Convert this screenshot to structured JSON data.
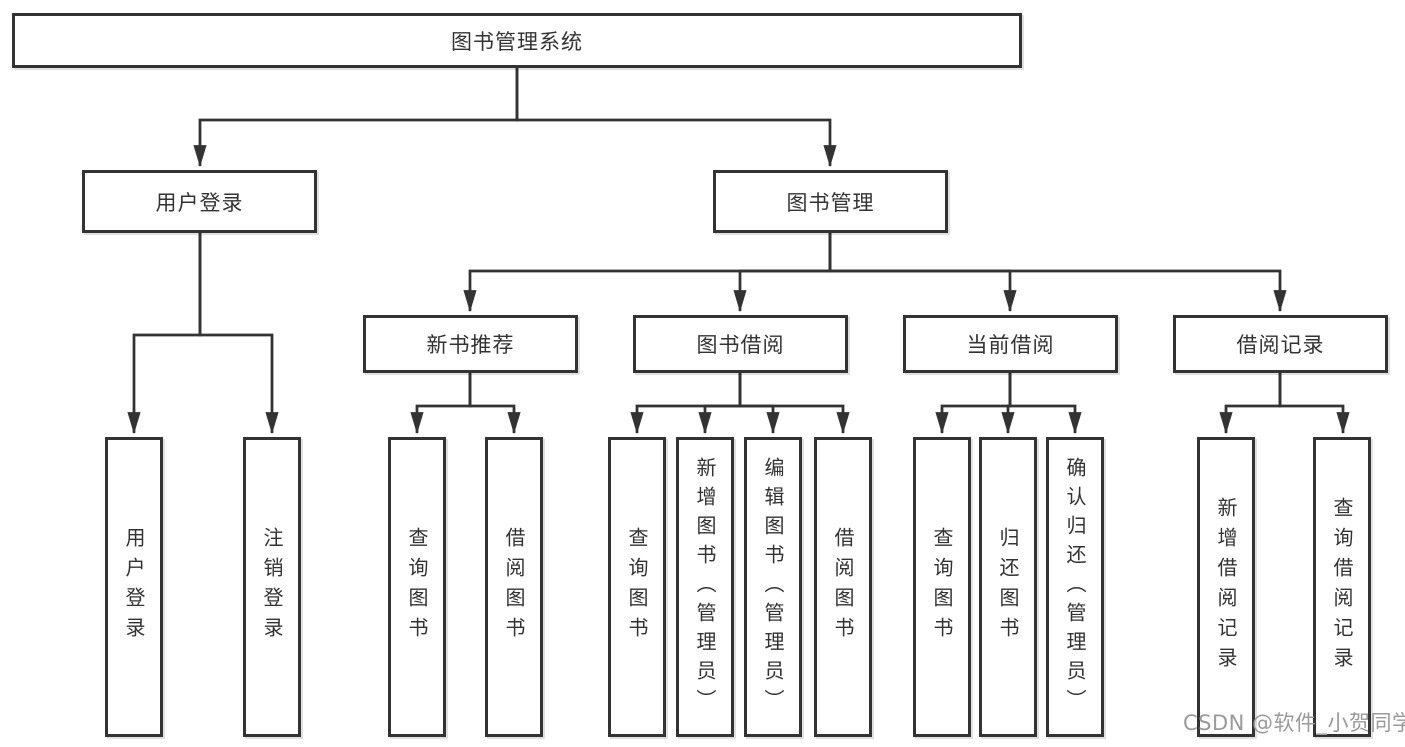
{
  "diagram": {
    "title": "图书管理系统",
    "root": "图书管理系统",
    "level2": {
      "login": "用户登录",
      "management": "图书管理"
    },
    "level3": [
      "新书推荐",
      "图书借阅",
      "当前借阅",
      "借阅记录"
    ],
    "leaves": {
      "login": [
        "用户登录",
        "注销登录"
      ],
      "recommend": [
        "查询图书",
        "借阅图书"
      ],
      "borrow": [
        "查询图书",
        "新增图书（管理员）",
        "编辑图书（管理员）",
        "借阅图书"
      ],
      "current": [
        "查询图书",
        "归还图书",
        "确认归还（管理员）"
      ],
      "records": [
        "新增借阅记录",
        "查询借阅记录"
      ]
    }
  },
  "watermark": "CSDN @软件_小贺同学",
  "colors": {
    "line": "#333333",
    "box_border": "#333333",
    "box_fill": "#ffffff",
    "text": "#333333",
    "watermark_text": "#9a9a9a",
    "background": "#ffffff"
  }
}
